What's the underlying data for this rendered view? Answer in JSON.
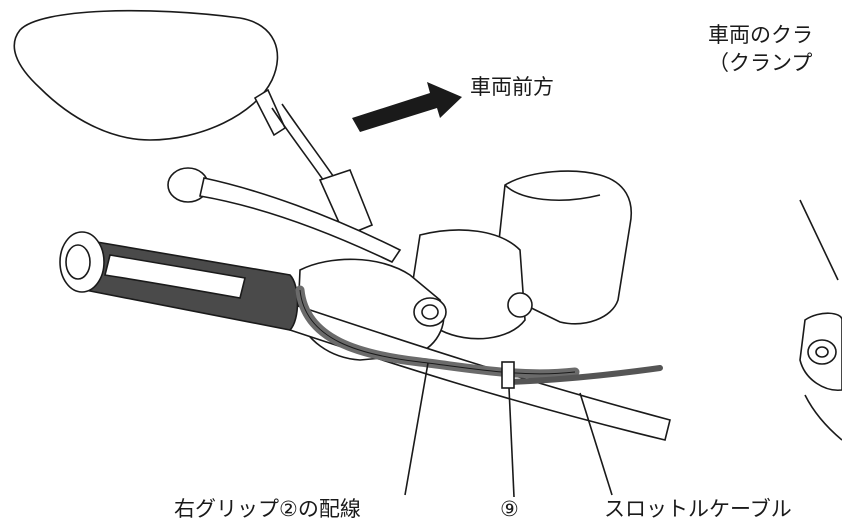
{
  "labels": {
    "vehicle_front": "車両前方",
    "top_right_line1": "車両のクラ",
    "top_right_line2": "（クランプ",
    "right_grip_wiring": "右グリップ②の配線",
    "callout_9": "⑨",
    "throttle_cable": "スロットルケーブル"
  },
  "colors": {
    "line": "#1a1a1a",
    "wire": "#6b6b6b",
    "cable": "#555555",
    "grip_dark": "#4a4a4a",
    "arrow": "#1a1a1a"
  },
  "icons": {
    "direction_arrow": "forward-arrow-icon"
  }
}
